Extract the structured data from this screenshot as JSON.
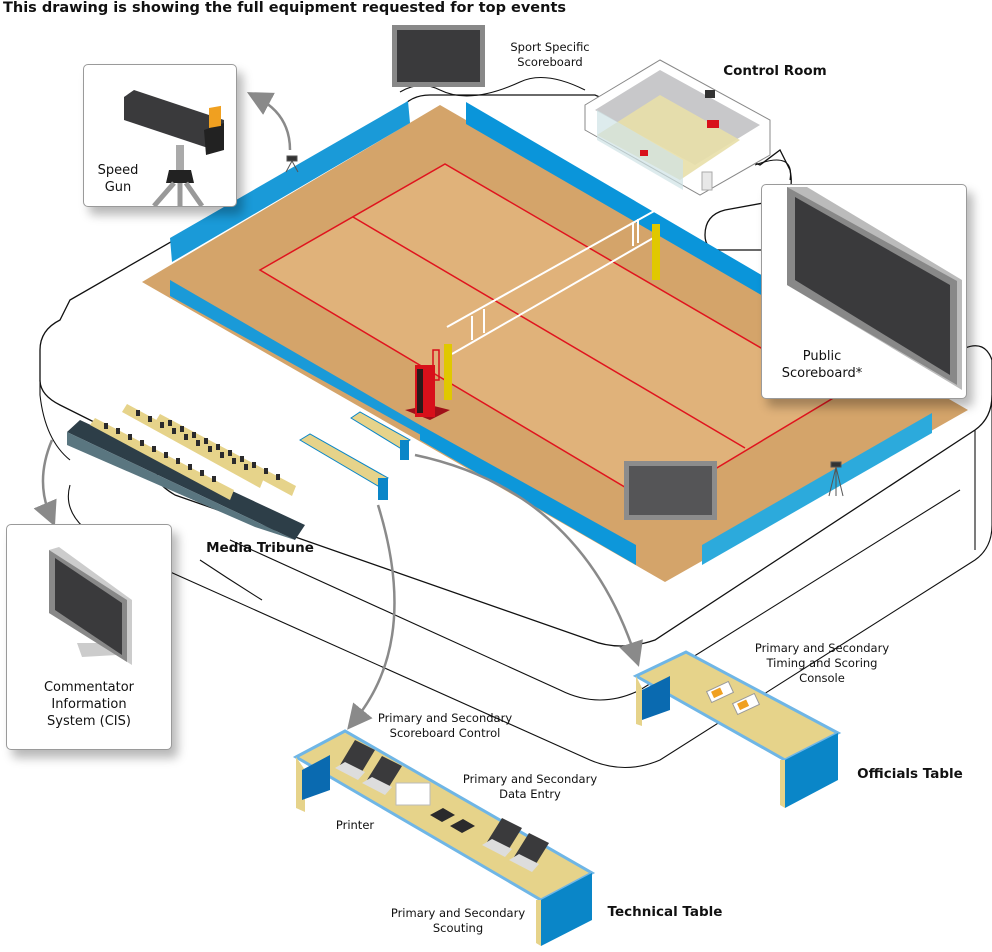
{
  "title": "This drawing is showing the full equipment requested for top events",
  "labels": {
    "sport_scoreboard": [
      "Sport Specific",
      "Scoreboard"
    ],
    "control_room": "Control Room",
    "speed_gun": [
      "Speed",
      "Gun"
    ],
    "public_scoreboard": [
      "Public",
      "Scoreboard*"
    ],
    "media_tribune": "Media Tribune",
    "cis": [
      "Commentator",
      "Information",
      "System (CIS)"
    ],
    "scoreboard_control": [
      "Primary and Secondary",
      "Scoreboard Control"
    ],
    "data_entry": [
      "Primary and Secondary",
      "Data Entry"
    ],
    "printer": "Printer",
    "scouting": [
      "Primary and Secondary",
      "Scouting"
    ],
    "technical_table": "Technical Table",
    "timing_console": [
      "Primary and Secondary",
      "Timing and Scoring",
      "Console"
    ],
    "officials_table": "Officials Table"
  },
  "colors": {
    "court_outer": "#d4a46a",
    "court_inner": "#e0b27a",
    "boards": "#1a9ad8",
    "boards_light": "#3aaee0",
    "line_red": "#e0141e",
    "table_top": "#e6d38a",
    "table_side": "#0a86c8",
    "screen": "#3a3a3c",
    "post": "#e0c800",
    "referee_stand": "#d8101a"
  }
}
